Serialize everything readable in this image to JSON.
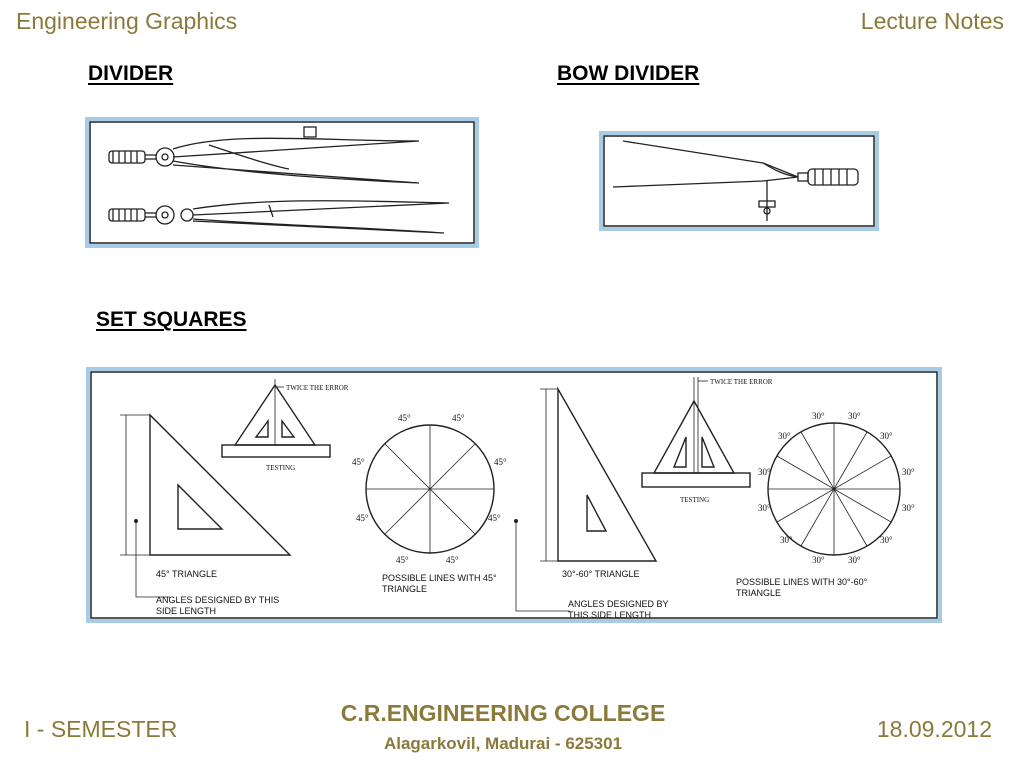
{
  "header": {
    "subject": "Engineering  Graphics",
    "type": "Lecture Notes"
  },
  "sections": {
    "divider": "DIVIDER",
    "bow_divider": "BOW DIVIDER",
    "set_squares": "SET SQUARES"
  },
  "set_squares_figure": {
    "twice_error_1": "TWICE THE ERROR",
    "testing_1": "TESTING",
    "triangle_45": "45° TRIANGLE",
    "angles_designed_1_line1": "ANGLES DESIGNED BY THIS",
    "angles_designed_1_line2": "SIDE LENGTH",
    "possible_45_line1": "POSSIBLE LINES WITH 45°",
    "possible_45_line2": "TRIANGLE",
    "twice_error_2": "TWICE THE ERROR",
    "testing_2": "TESTING",
    "triangle_30_60": "30°-60° TRIANGLE",
    "angles_designed_2_line1": "ANGLES DESIGNED BY",
    "angles_designed_2_line2": "THIS SIDE LENGTH",
    "possible_30_line1": "POSSIBLE LINES WITH 30°-60°",
    "possible_30_line2": "TRIANGLE",
    "angle_45": "45°",
    "angle_30": "30°"
  },
  "footer": {
    "semester": "I - SEMESTER",
    "college": "C.R.ENGINEERING COLLEGE",
    "address": "Alagarkovil, Madurai - 625301",
    "date": "18.09.2012"
  },
  "colors": {
    "header_text": "#8a7a3a",
    "frame_border": "#a8cbe6"
  }
}
